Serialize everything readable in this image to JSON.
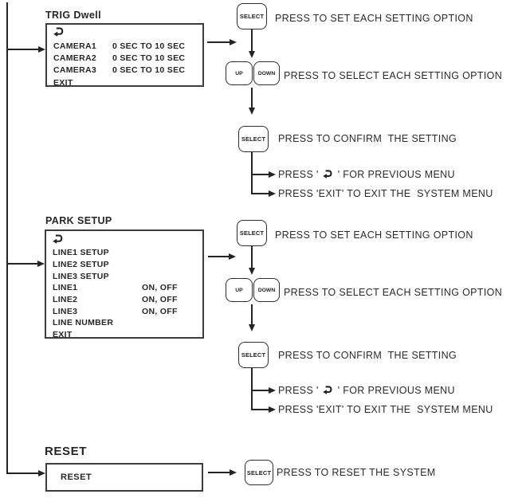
{
  "trig": {
    "title": "TRIG Dwell",
    "menu_rows": [
      {
        "label": "CAMERA1",
        "value": "0 SEC TO 10 SEC"
      },
      {
        "label": "CAMERA2",
        "value": "0 SEC TO 10 SEC"
      },
      {
        "label": "CAMERA3",
        "value": "0 SEC TO 10 SEC"
      },
      {
        "label": "EXIT",
        "value": ""
      }
    ]
  },
  "park": {
    "title": "PARK SETUP",
    "menu_rows": [
      {
        "label": "LINE1 SETUP",
        "value": ""
      },
      {
        "label": "LINE2 SETUP",
        "value": ""
      },
      {
        "label": "LINE3 SETUP",
        "value": ""
      },
      {
        "label": "LINE1",
        "value": "ON, OFF"
      },
      {
        "label": "LINE2",
        "value": "ON, OFF"
      },
      {
        "label": "LINE3",
        "value": "ON, OFF"
      },
      {
        "label": "LINE NUMBER",
        "value": ""
      },
      {
        "label": "EXIT",
        "value": ""
      }
    ]
  },
  "reset": {
    "title": "RESET",
    "menu_rows": [
      {
        "label": "RESET",
        "value": ""
      }
    ]
  },
  "buttons": {
    "select": "SELECT",
    "up": "UP",
    "down": "DOWN"
  },
  "instructions": {
    "set_option": "PRESS TO SET EACH SETTING OPTION",
    "select_option": "PRESS TO SELECT EACH SETTING OPTION",
    "confirm": "PRESS TO CONFIRM  THE SETTING",
    "previous_prefix": "PRESS '",
    "previous_suffix": "' FOR PREVIOUS MENU",
    "exit_menu": "PRESS 'EXIT' TO EXIT THE  SYSTEM MENU",
    "reset_system": "PRESS TO RESET THE SYSTEM"
  },
  "icons": {
    "back": "back-arrow"
  }
}
